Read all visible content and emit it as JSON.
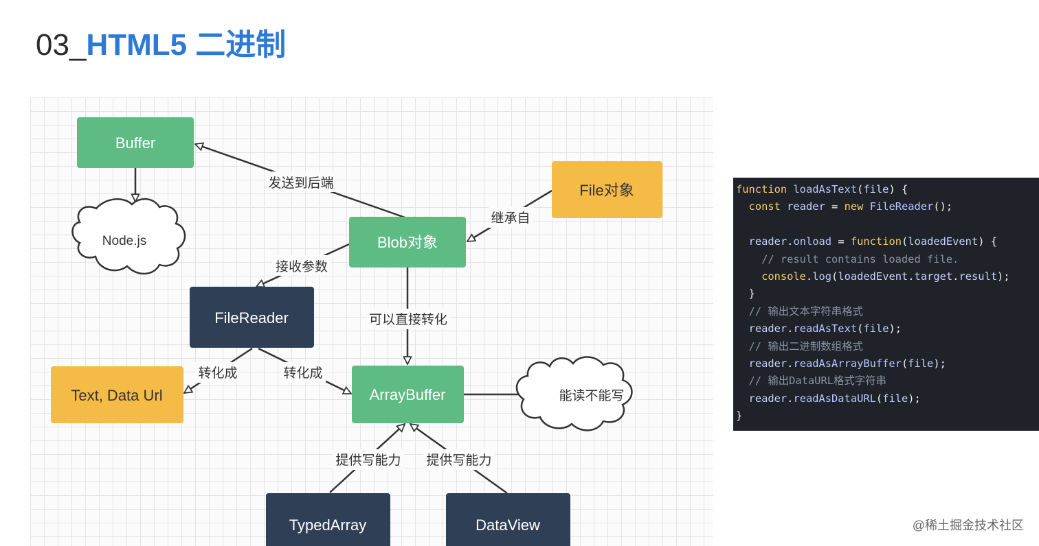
{
  "title": {
    "number": "03_",
    "text": "HTML5 二进制"
  },
  "diagram": {
    "nodes": {
      "buffer": "Buffer",
      "nodejs": "Node.js",
      "file": "File对象",
      "blob": "Blob对象",
      "filereader": "FileReader",
      "textdataurl": "Text, Data Url",
      "arraybuffer": "ArrayBuffer",
      "readwrite": "能读不能写",
      "typedarray": "TypedArray",
      "dataview": "DataView"
    },
    "edges": {
      "send_backend": "发送到后端",
      "inherit": "继承自",
      "accept_param": "接收参数",
      "direct_convert": "可以直接转化",
      "convert_to_left": "转化成",
      "convert_to_right": "转化成",
      "provide_write_left": "提供写能力",
      "provide_write_right": "提供写能力"
    },
    "colors": {
      "green": "#5dbb83",
      "yellow": "#f4bb46",
      "navy": "#2f3f56"
    }
  },
  "code": {
    "lines": [
      [
        [
          "kw",
          "function "
        ],
        [
          "fn",
          "loadAsText"
        ],
        [
          "pl",
          "("
        ],
        [
          "id",
          "file"
        ],
        [
          "pl",
          ") {"
        ]
      ],
      [
        [
          "pl",
          "  "
        ],
        [
          "kw",
          "const "
        ],
        [
          "id",
          "reader"
        ],
        [
          "pl",
          " = "
        ],
        [
          "kw",
          "new "
        ],
        [
          "fn",
          "FileReader"
        ],
        [
          "pl",
          "();"
        ]
      ],
      [
        [
          "pl",
          ""
        ]
      ],
      [
        [
          "pl",
          "  "
        ],
        [
          "id",
          "reader"
        ],
        [
          "pl",
          "."
        ],
        [
          "fn",
          "onload"
        ],
        [
          "pl",
          " = "
        ],
        [
          "kw",
          "function"
        ],
        [
          "pl",
          "("
        ],
        [
          "id",
          "loadedEvent"
        ],
        [
          "pl",
          ") {"
        ]
      ],
      [
        [
          "cm",
          "    // result contains loaded file."
        ]
      ],
      [
        [
          "pl",
          "    "
        ],
        [
          "kw",
          "console"
        ],
        [
          "pl",
          "."
        ],
        [
          "fn",
          "log"
        ],
        [
          "pl",
          "("
        ],
        [
          "id",
          "loadedEvent"
        ],
        [
          "pl",
          "."
        ],
        [
          "id",
          "target"
        ],
        [
          "pl",
          "."
        ],
        [
          "id",
          "result"
        ],
        [
          "pl",
          ");"
        ]
      ],
      [
        [
          "pl",
          "  }"
        ]
      ],
      [
        [
          "cm",
          "  // 输出文本字符串格式"
        ]
      ],
      [
        [
          "pl",
          "  "
        ],
        [
          "id",
          "reader"
        ],
        [
          "pl",
          "."
        ],
        [
          "fn",
          "readAsText"
        ],
        [
          "pl",
          "("
        ],
        [
          "id",
          "file"
        ],
        [
          "pl",
          ");"
        ]
      ],
      [
        [
          "cm",
          "  // 输出二进制数组格式"
        ]
      ],
      [
        [
          "pl",
          "  "
        ],
        [
          "id",
          "reader"
        ],
        [
          "pl",
          "."
        ],
        [
          "fn",
          "readAsArrayBuffer"
        ],
        [
          "pl",
          "("
        ],
        [
          "id",
          "file"
        ],
        [
          "pl",
          ");"
        ]
      ],
      [
        [
          "cm",
          "  // 输出DataURL格式字符串"
        ]
      ],
      [
        [
          "pl",
          "  "
        ],
        [
          "id",
          "reader"
        ],
        [
          "pl",
          "."
        ],
        [
          "fn",
          "readAsDataURL"
        ],
        [
          "pl",
          "("
        ],
        [
          "id",
          "file"
        ],
        [
          "pl",
          ");"
        ]
      ],
      [
        [
          "pl",
          "}"
        ]
      ]
    ]
  },
  "watermark": "@稀土掘金技术社区"
}
